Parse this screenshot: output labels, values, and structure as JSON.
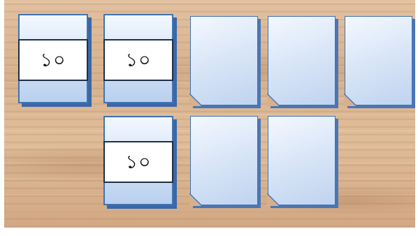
{
  "cards": {
    "numbered_label": "১০",
    "row1": [
      {
        "kind": "numbered",
        "label": "১০"
      },
      {
        "kind": "numbered",
        "label": "১০"
      },
      {
        "kind": "blank"
      },
      {
        "kind": "blank"
      },
      {
        "kind": "blank"
      }
    ],
    "row2": [
      {
        "kind": "numbered",
        "label": "১০"
      },
      {
        "kind": "blank"
      },
      {
        "kind": "blank"
      }
    ]
  },
  "colors": {
    "card_border": "#3f73b4",
    "card_shadow": "#3b67a8",
    "card_fill_light": "#f4f8ff",
    "card_fill_dark": "#bfd3ef",
    "panel_border": "#1f2f45",
    "wood_base": "#d9b48f"
  }
}
